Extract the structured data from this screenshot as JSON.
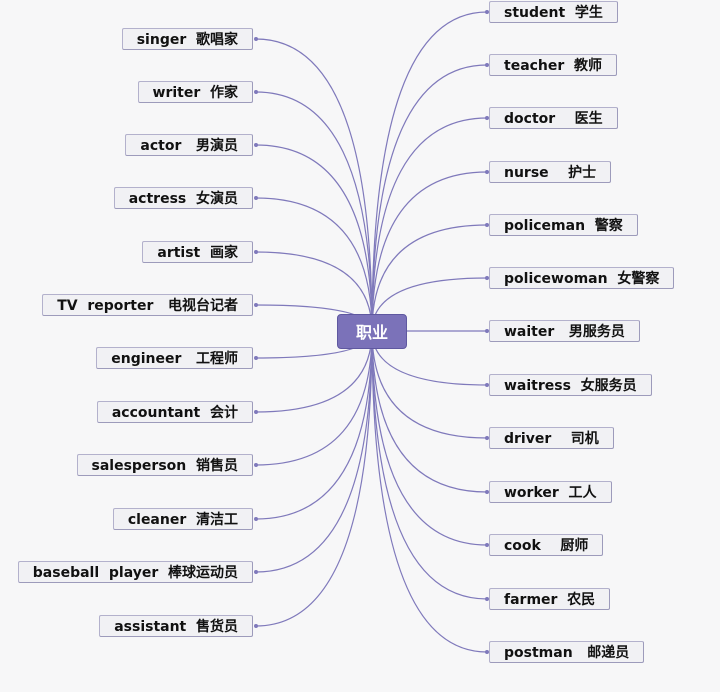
{
  "center": {
    "label": "职业"
  },
  "left_nodes": [
    {
      "label": "singer  歌唱家"
    },
    {
      "label": "writer  作家"
    },
    {
      "label": "actor   男演员"
    },
    {
      "label": "actress  女演员"
    },
    {
      "label": "artist  画家"
    },
    {
      "label": "TV  reporter   电视台记者"
    },
    {
      "label": "engineer   工程师"
    },
    {
      "label": "accountant  会计"
    },
    {
      "label": "salesperson  销售员"
    },
    {
      "label": "cleaner  清洁工"
    },
    {
      "label": "baseball  player  棒球运动员"
    },
    {
      "label": "assistant  售货员"
    }
  ],
  "right_nodes": [
    {
      "label": "student  学生"
    },
    {
      "label": "teacher  教师"
    },
    {
      "label": "doctor    医生"
    },
    {
      "label": "nurse    护士"
    },
    {
      "label": "policeman  警察"
    },
    {
      "label": "policewoman  女警察"
    },
    {
      "label": "waiter   男服务员"
    },
    {
      "label": "waitress  女服务员"
    },
    {
      "label": "driver    司机"
    },
    {
      "label": "worker  工人"
    },
    {
      "label": "cook    厨师"
    },
    {
      "label": "farmer  农民"
    },
    {
      "label": "postman   邮递员"
    }
  ],
  "colors": {
    "line": "#7f79bb",
    "center_fill": "#7b72b9",
    "node_fill": "#f1f1f4"
  }
}
